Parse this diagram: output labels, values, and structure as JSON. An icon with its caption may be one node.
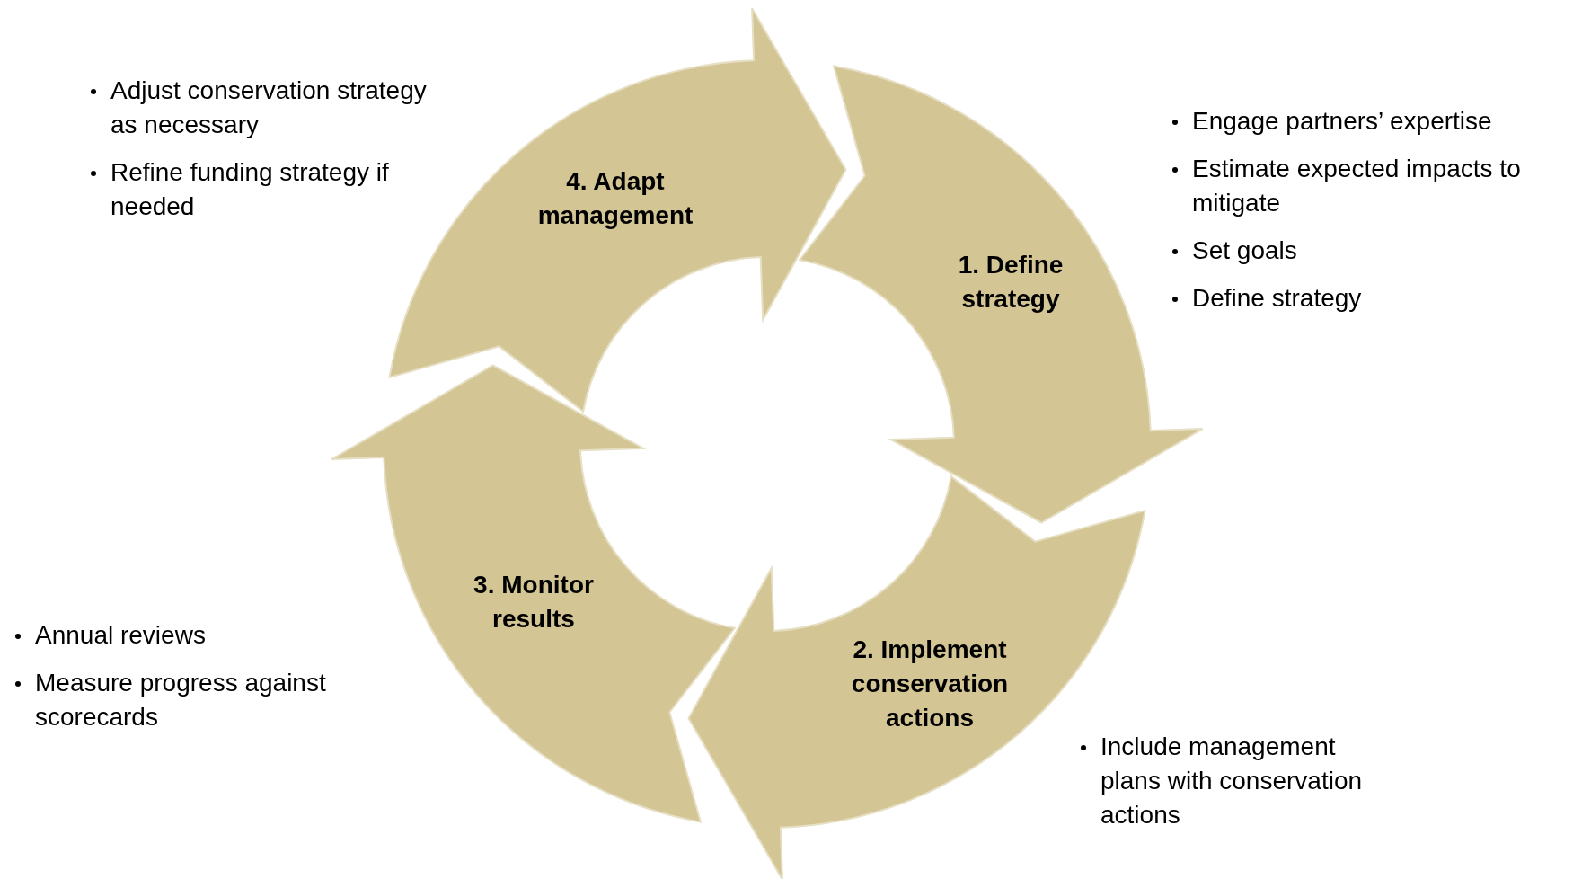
{
  "diagram": {
    "nodes": [
      {
        "text": [
          "1. Define strategy"
        ],
        "beside": [
          "Engage partners’ expertise",
          "Estimate expected impacts to mitigate",
          "Set goals",
          "Define strategy"
        ]
      },
      {
        "text": [
          "2. Implement conservation actions"
        ],
        "beside": [
          "Include management plans with conservation actions"
        ]
      },
      {
        "text": [
          "3. Monitor results"
        ],
        "beside": [
          "Annual reviews",
          "Measure progress against scorecards"
        ]
      },
      {
        "text": [
          "4. Adapt management"
        ],
        "beside": [
          "Adjust conservation strategy as necessary",
          "Refine funding strategy if needed"
        ]
      }
    ]
  }
}
